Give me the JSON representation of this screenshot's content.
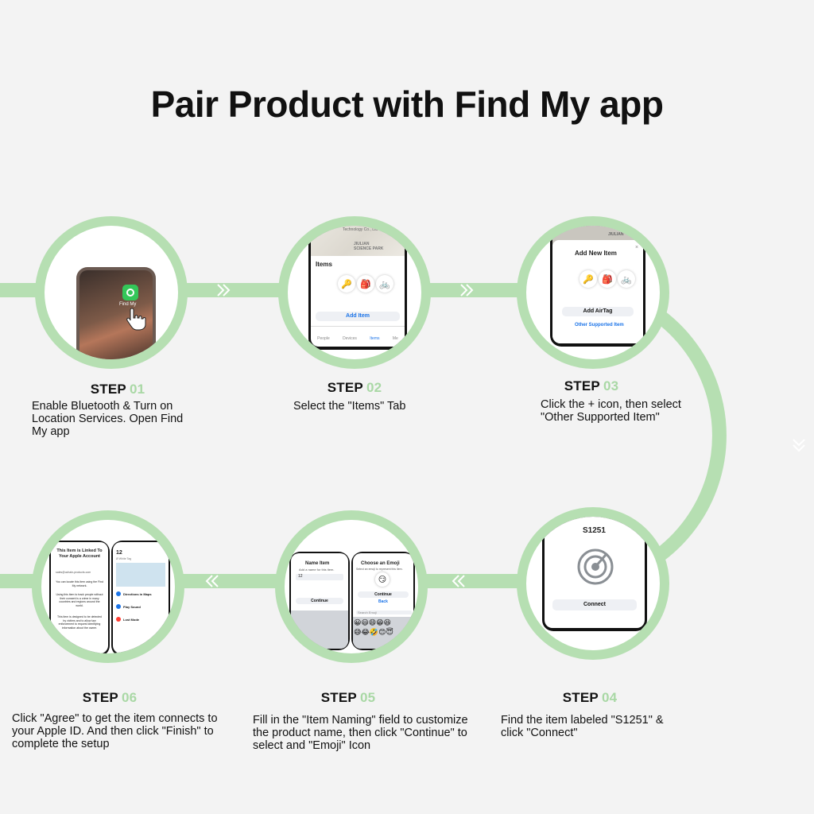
{
  "title": "Pair Product with Find My app",
  "steps": [
    {
      "label": "STEP",
      "num": "01",
      "desc": "Enable Bluetooth & Turn on Location Services. Open Find My app",
      "screen": {
        "app_label": "Find My"
      }
    },
    {
      "label": "STEP",
      "num": "02",
      "desc": "Select the \"Items\" Tab",
      "screen": {
        "map_text_1": "Technology Co., Ltd",
        "map_text_2": "JIULIAN SCIENCE PARK",
        "heading": "Items",
        "button": "Add Item",
        "tabs": [
          "People",
          "Devices",
          "Items",
          "Me"
        ]
      }
    },
    {
      "label": "STEP",
      "num": "03",
      "desc": "Click the + icon, then select \"Other Supported Item\"",
      "screen": {
        "map_text": "JIULIAN",
        "heading": "Add New Item",
        "button": "Add AirTag",
        "link": "Other Supported Item"
      }
    },
    {
      "label": "STEP",
      "num": "04",
      "desc": "Find the item labeled \"S1251\" & click \"Connect\"",
      "screen": {
        "heading": "S1251",
        "button": "Connect"
      }
    },
    {
      "label": "STEP",
      "num": "05",
      "desc": "Fill in the \"Item Naming\" field to customize the product name, then click \"Continue\" to select and \"Emoji\" Icon",
      "screen": {
        "left_heading": "Name Item",
        "left_sub": "Add a name for this item.",
        "left_value": "12",
        "left_button": "Continue",
        "right_heading": "Choose an Emoji",
        "right_sub": "Select an emoji to represent this item.",
        "right_button": "Continue",
        "right_link": "Back",
        "search": "Search Emoji"
      }
    },
    {
      "label": "STEP",
      "num": "06",
      "desc": "Click \"Agree\" to get the item connects to your Apple ID. And then click \"Finish\" to complete the setup",
      "screen": {
        "left_heading": "This Item is Linked To Your Apple Account",
        "left_email": "sales@uchain-products.com",
        "left_body_1": "You can locate this item using the Find My network.",
        "left_body_2": "Using this item to track people without their consent is a crime in many countries and regions around the world.",
        "left_body_3": "This item is designed to be detected by victims and to allow law enforcement to request identifying information about the owner.",
        "right_heading": "12",
        "right_sub": "Ø White Tag",
        "right_items": [
          "Directions in Maps",
          "Play Sound",
          "Lost Mode"
        ]
      }
    }
  ],
  "colors": {
    "accent": "#b6dfb2",
    "number": "#a9d8a5",
    "background": "#f3f3f3"
  },
  "icons": [
    "chevron-double-right-icon",
    "chevron-double-down-icon",
    "chevron-double-left-icon",
    "find-my-app-icon",
    "hand-pointer-icon",
    "radar-icon"
  ]
}
